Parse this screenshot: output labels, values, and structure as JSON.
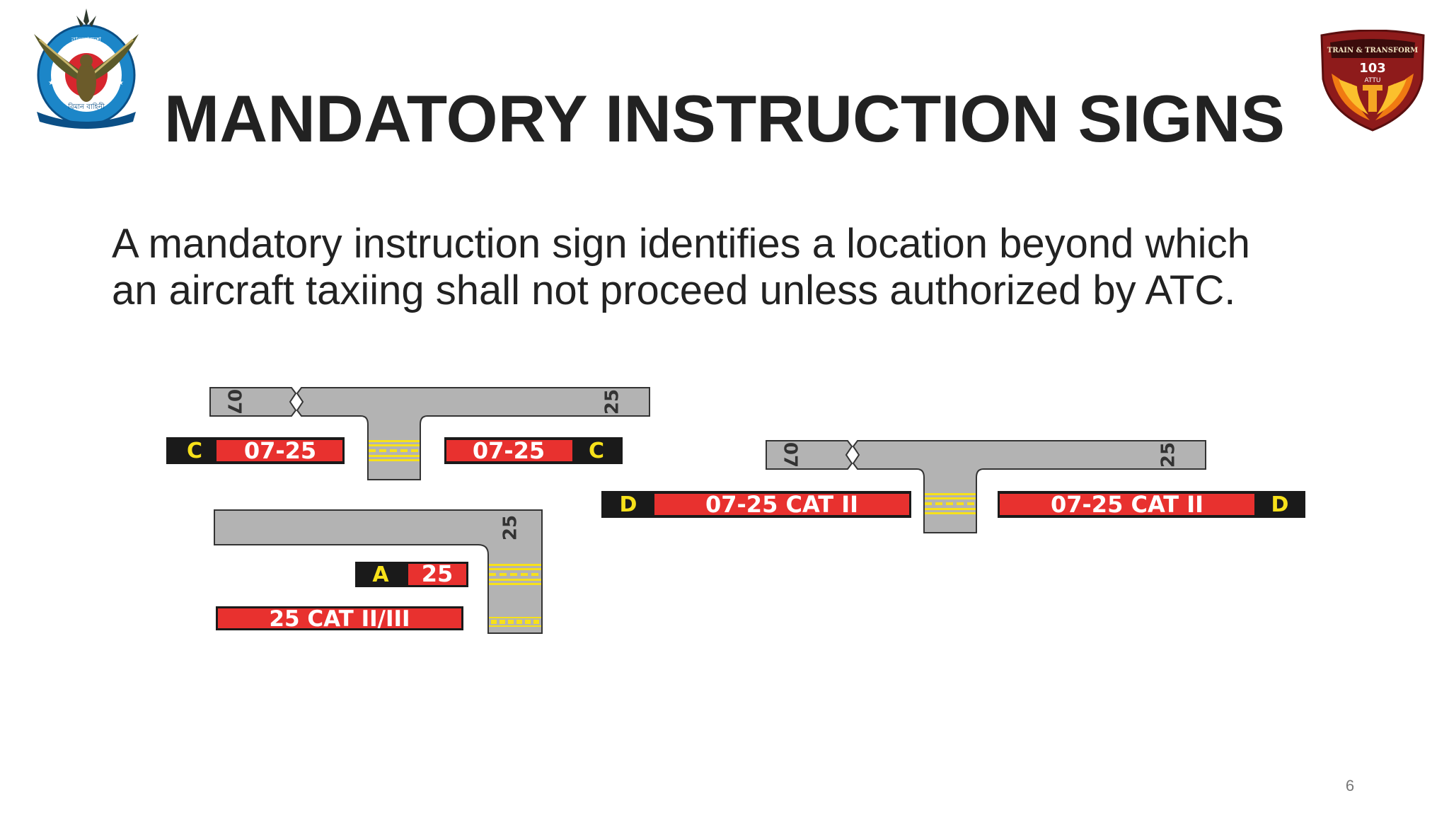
{
  "slide": {
    "title": "MANDATORY INSTRUCTION SIGNS",
    "body_line1": "A mandatory instruction sign identifies a location beyond which",
    "body_line2": "an aircraft taxiing shall not proceed unless  authorized by ATC.",
    "page_number": "6"
  },
  "logos": {
    "left_text_top": "বাংলাদেশ",
    "left_text_bottom": "বিমান বাহিনী",
    "right_banner": "TRAIN & TRANSFORM",
    "right_number": "103",
    "right_sub": "ATTU"
  },
  "diagram1": {
    "runway_end_left": "07",
    "runway_end_right": "25",
    "sign_left_letter": "C",
    "sign_left_runway": "07-25",
    "sign_right_runway": "07-25",
    "sign_right_letter": "C"
  },
  "diagram2": {
    "runway_end_left": "07",
    "runway_end_right": "25",
    "sign_left_letter": "D",
    "sign_left_runway": "07-25 CAT II",
    "sign_right_runway": "07-25 CAT II",
    "sign_right_letter": "D"
  },
  "diagram3": {
    "runway_end": "25",
    "sign_letter": "A",
    "sign_runway": "25",
    "sign_cat": "25 CAT II/III"
  },
  "colors": {
    "sign_red": "#e8312f",
    "sign_black": "#1a1a1a",
    "sign_yellow": "#f7e11a",
    "pavement": "#b3b3b3",
    "title": "#222222"
  }
}
